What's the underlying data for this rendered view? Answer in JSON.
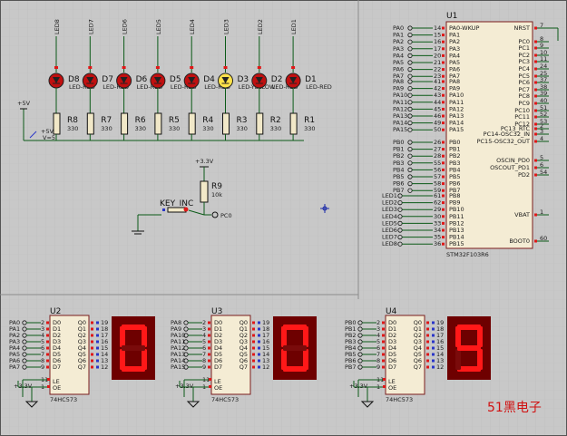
{
  "leds": [
    {
      "ref": "D8",
      "net": "LED8",
      "model": "LED-RED",
      "lit": false
    },
    {
      "ref": "D7",
      "net": "LED7",
      "model": "LED-RED",
      "lit": false
    },
    {
      "ref": "D6",
      "net": "LED6",
      "model": "LED-RED",
      "lit": false
    },
    {
      "ref": "D5",
      "net": "LED5",
      "model": "LED-RED",
      "lit": false
    },
    {
      "ref": "D4",
      "net": "LED4",
      "model": "LED-RED",
      "lit": false
    },
    {
      "ref": "D3",
      "net": "LED3",
      "model": "LED-YELLOW",
      "lit": true
    },
    {
      "ref": "D2",
      "net": "LED2",
      "model": "LED-RED",
      "lit": false
    },
    {
      "ref": "D1",
      "net": "LED1",
      "model": "LED-RED",
      "lit": false
    }
  ],
  "resistors": [
    {
      "ref": "R8",
      "value": "330"
    },
    {
      "ref": "R7",
      "value": "330"
    },
    {
      "ref": "R6",
      "value": "330"
    },
    {
      "ref": "R5",
      "value": "330"
    },
    {
      "ref": "R4",
      "value": "330"
    },
    {
      "ref": "R3",
      "value": "330"
    },
    {
      "ref": "R2",
      "value": "330"
    },
    {
      "ref": "R1",
      "value": "330"
    }
  ],
  "power": {
    "plus5": "+5V",
    "vplus5": "V=5",
    "plus33": "+3.3V"
  },
  "pullup": {
    "ref": "R9",
    "value": "10k"
  },
  "key": {
    "label": "KEY_INC",
    "net": "PC0"
  },
  "mcu": {
    "ref": "U1",
    "part": "STM32F103R6",
    "left_nets": [
      "PA0",
      "PA1",
      "PA2",
      "PA3",
      "PA4",
      "PA5",
      "PA6",
      "PA7",
      "PA8",
      "PA9",
      "PA10",
      "PA11",
      "PA12",
      "PA13",
      "PA14",
      "PA15",
      "PB0",
      "PB1",
      "PB2",
      "PB3",
      "PB4",
      "PB5",
      "PB6",
      "PB7",
      "LED1",
      "LED2",
      "LED3",
      "LED4",
      "LED5",
      "LED6",
      "LED7",
      "LED8"
    ],
    "left_pins": [
      "14",
      "15",
      "16",
      "17",
      "20",
      "21",
      "22",
      "23",
      "41",
      "42",
      "43",
      "44",
      "45",
      "46",
      "49",
      "50",
      "26",
      "27",
      "28",
      "55",
      "56",
      "57",
      "58",
      "59",
      "61",
      "62",
      "29",
      "30",
      "33",
      "34",
      "35",
      "36"
    ],
    "left_inner": [
      "PA0-WKUP",
      "PA1",
      "PA2",
      "PA3",
      "PA4",
      "PA5",
      "PA6",
      "PA7",
      "PA8",
      "PA9",
      "PA10",
      "PA11",
      "PA12",
      "PA13",
      "PA14",
      "PA15",
      "PB0",
      "PB1",
      "PB2",
      "PB3",
      "PB4",
      "PB5",
      "PB6",
      "PB7",
      "PB8",
      "PB9",
      "PB10",
      "PB11",
      "PB12",
      "PB13",
      "PB14",
      "PB15"
    ],
    "right_inner": [
      "NRST",
      "PC0",
      "PC1",
      "PC2",
      "PC3",
      "PC4",
      "PC5",
      "PC6",
      "PC7",
      "PC8",
      "PC9",
      "PC10",
      "PC11",
      "PC12",
      "PC13_RTC",
      "PC14-OSC32_IN",
      "PC15-OSC32_OUT",
      "OSCIN_PD0",
      "OSCOUT_PD1",
      "PD2",
      "VBAT",
      "BOOT0"
    ],
    "right_pins": [
      "7",
      "8",
      "9",
      "10",
      "11",
      "24",
      "25",
      "37",
      "38",
      "39",
      "40",
      "51",
      "52",
      "53",
      "2",
      "3",
      "4",
      "5",
      "6",
      "54",
      "1",
      "60"
    ]
  },
  "decoders": [
    {
      "ref": "U2",
      "part": "74HC573",
      "inputs": [
        "PA0",
        "PA1",
        "PA2",
        "PA3",
        "PA4",
        "PA5",
        "PA6",
        "PA7"
      ],
      "digit": "0",
      "supply": "+3.3V"
    },
    {
      "ref": "U3",
      "part": "74HC573",
      "inputs": [
        "PA8",
        "PA9",
        "PA10",
        "PA11",
        "PA12",
        "PA13",
        "PA14",
        "PA15"
      ],
      "digit": "0",
      "supply": "+3.3V"
    },
    {
      "ref": "U4",
      "part": "74HC573",
      "inputs": [
        "PB0",
        "PB1",
        "PB2",
        "PB3",
        "PB4",
        "PB5",
        "PB6",
        "PB7"
      ],
      "digit": "9",
      "supply": "+3.3V"
    }
  ],
  "decoder_pins": {
    "left_num": [
      "2",
      "3",
      "4",
      "5",
      "6",
      "7",
      "8",
      "9"
    ],
    "left_name": [
      "D0",
      "D1",
      "D2",
      "D3",
      "D4",
      "D5",
      "D6",
      "D7"
    ],
    "right_num": [
      "19",
      "18",
      "17",
      "16",
      "15",
      "14",
      "13",
      "12"
    ],
    "right_name": [
      "Q0",
      "Q1",
      "Q2",
      "Q3",
      "Q4",
      "Q5",
      "Q6",
      "Q7"
    ],
    "le_num": "11",
    "oe_num": "1",
    "le_name": "LE",
    "oe_name": "OE"
  },
  "brand": "51黑电子"
}
